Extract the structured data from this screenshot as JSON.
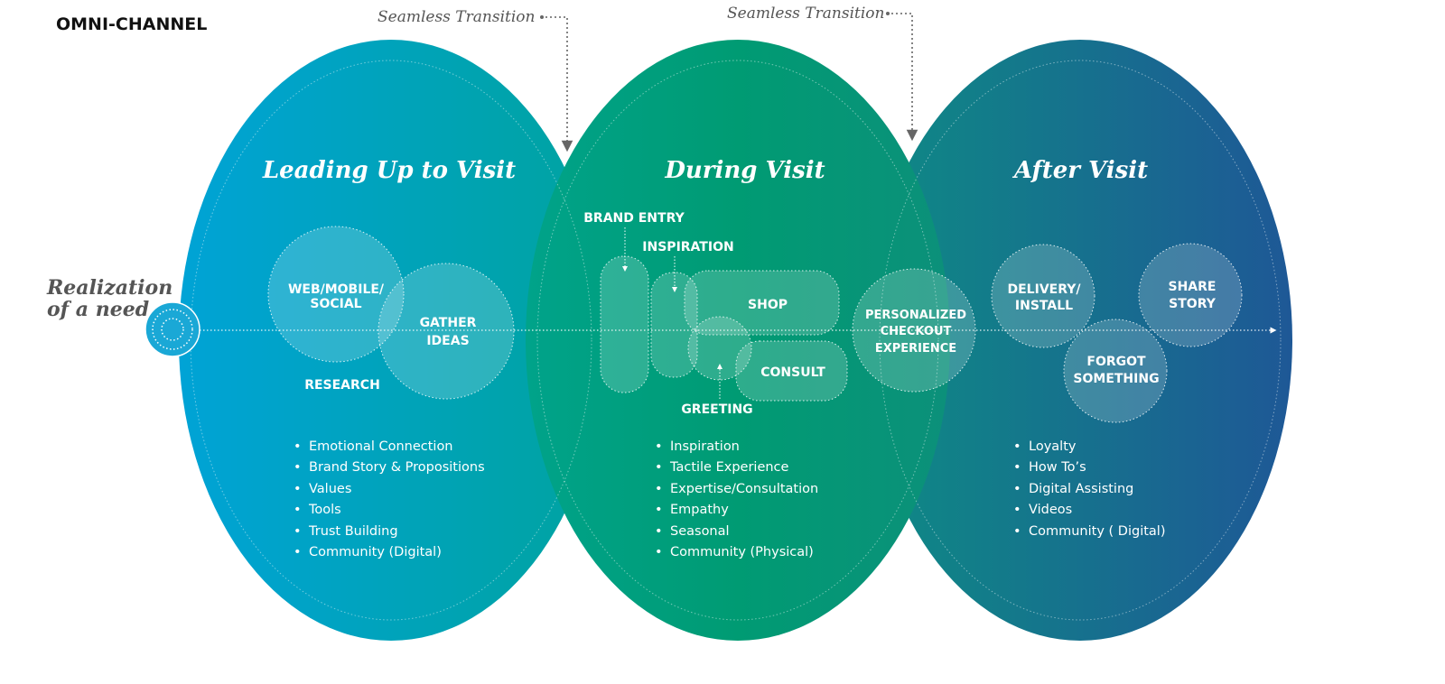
{
  "page_title": "OMNI-CHANNEL",
  "transitions": [
    {
      "label": "Seamless Transition"
    },
    {
      "label": "Seamless Transition"
    }
  ],
  "start": {
    "label_line1": "Realization",
    "label_line2": "of a need"
  },
  "phases": [
    {
      "title": "Leading Up to Visit",
      "nodes": {
        "web": [
          "WEB/MOBILE/",
          "SOCIAL"
        ],
        "gather": [
          "GATHER",
          "IDEAS"
        ],
        "research": "RESEARCH"
      },
      "bullets": [
        "Emotional Connection",
        "Brand Story & Propositions",
        "Values",
        "Tools",
        "Trust Building",
        "Community (Digital)"
      ]
    },
    {
      "title": "During Visit",
      "nodes": {
        "brand_entry": "BRAND ENTRY",
        "inspiration": "INSPIRATION",
        "shop": "SHOP",
        "consult": "CONSULT",
        "greeting": "GREETING"
      },
      "bullets": [
        "Inspiration",
        "Tactile Experience",
        "Expertise/Consultation",
        "Empathy",
        "Seasonal",
        "Community (Physical)"
      ]
    },
    {
      "title": "After Visit",
      "nodes": {
        "checkout": [
          "PERSONALIZED",
          "CHECKOUT",
          "EXPERIENCE"
        ],
        "delivery": [
          "DELIVERY/",
          "INSTALL"
        ],
        "forgot": [
          "FORGOT",
          "SOMETHING"
        ],
        "share": [
          "SHARE",
          "STORY"
        ]
      },
      "bullets": [
        "Loyalty",
        "How To’s",
        "Digital Assisting",
        "Videos",
        "Community ( Digital)"
      ]
    }
  ],
  "bullet_char": "•",
  "colors": {
    "phase1_start": "#00a3d6",
    "phase1_end": "#00a3a0",
    "phase2": "#009b73",
    "phase3_start": "#0e8a85",
    "phase3_end": "#1e5896",
    "title_text": "#111111",
    "annotation_text": "#555555",
    "realization_text": "#555555"
  }
}
